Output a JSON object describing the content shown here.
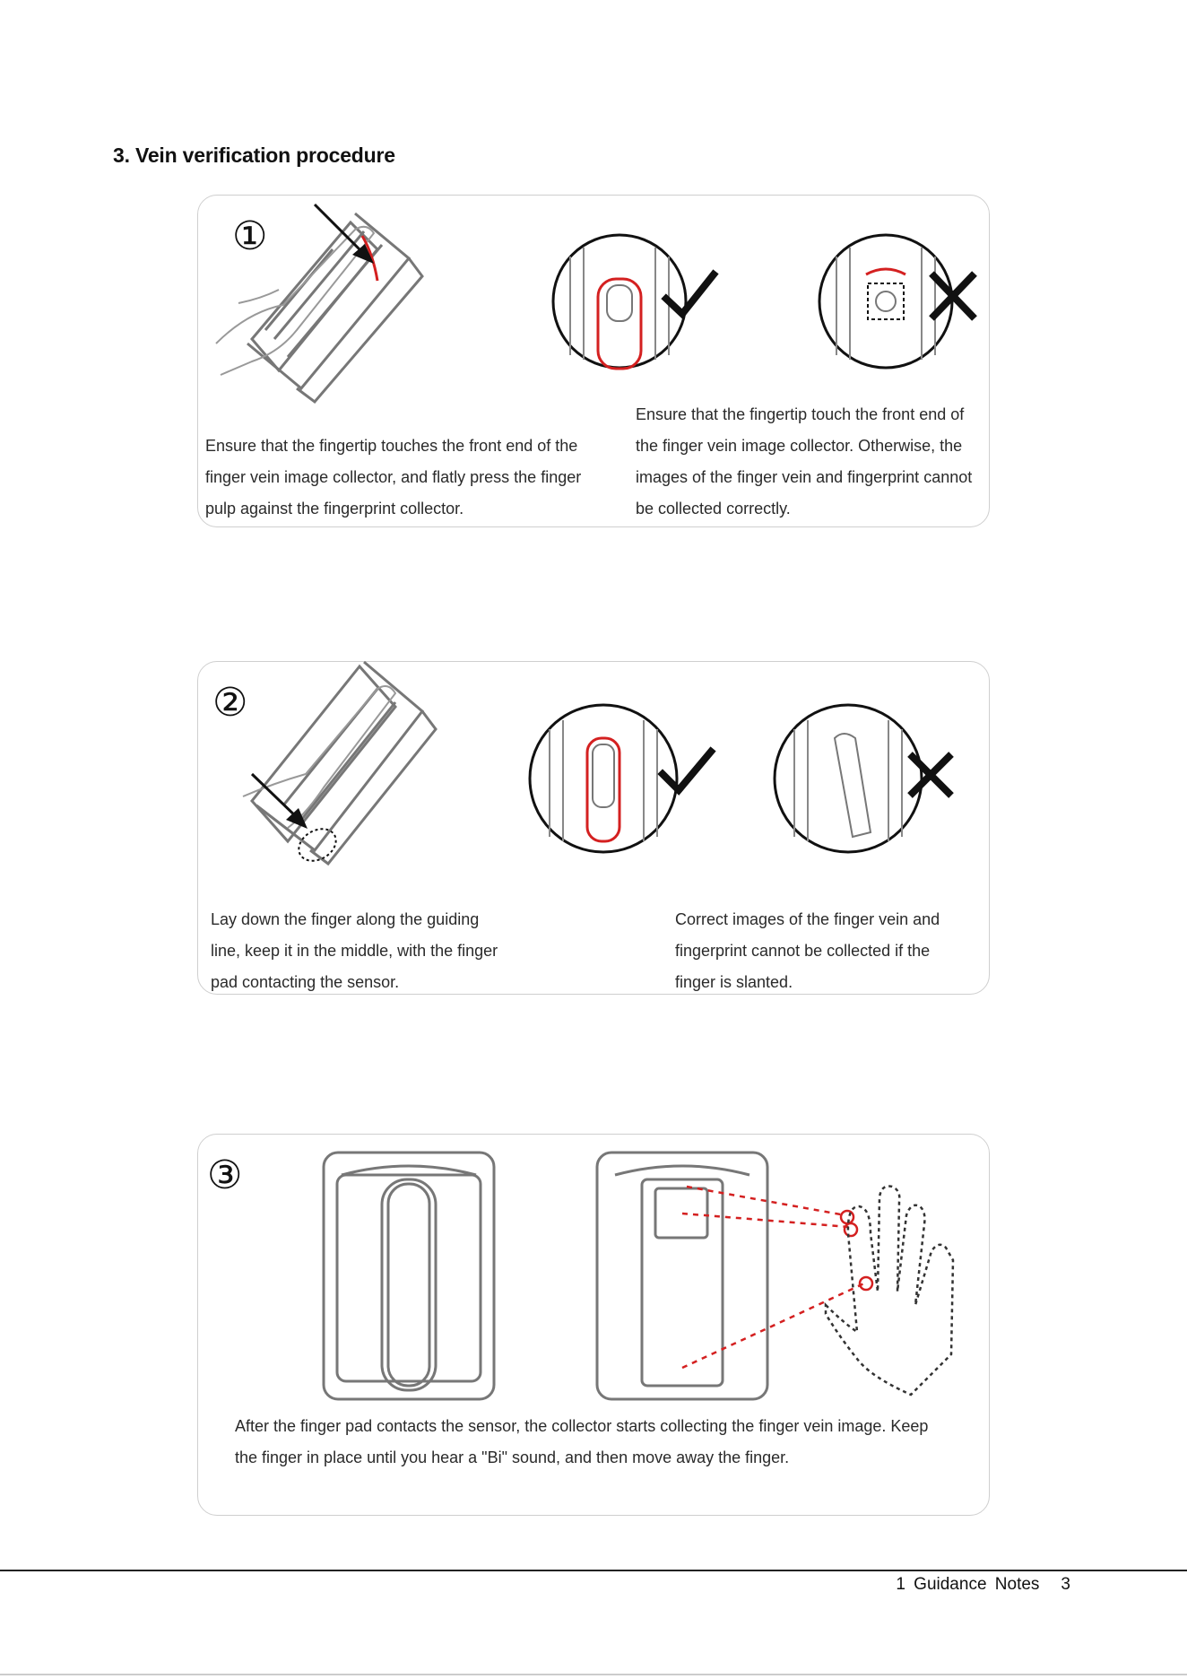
{
  "section": {
    "title": "3. Vein verification procedure"
  },
  "steps": [
    {
      "number": "①",
      "left_text": "Ensure that the fingertip touches the front end of the\nfinger vein image collector, and flatly press the finger\npulp against the fingerprint collector.",
      "right_text": "Ensure that the fingertip touch the front end of\nthe finger vein image collector. Otherwise, the\nimages of the finger vein and fingerprint cannot\nbe collected correctly."
    },
    {
      "number": "②",
      "left_text": "Lay down the finger along the guiding\nline, keep it in the middle, with the finger\npad contacting the sensor.",
      "right_text": "Correct images of the finger vein and\nfingerprint cannot be collected if the\nfinger is slanted."
    },
    {
      "number": "③",
      "text": "After the finger pad contacts the sensor, the collector starts collecting the finger vein image. Keep\nthe finger in place until you hear a \"Bi\" sound, and then move away the finger."
    }
  ],
  "footer": {
    "label": "1  Guidance  Notes",
    "page_number": "3"
  },
  "colors": {
    "accent_red": "#d42020",
    "line_gray": "#777777",
    "mark_black": "#111111"
  },
  "icons": [
    "correct-check-icon",
    "incorrect-cross-icon",
    "step-number-badge"
  ]
}
